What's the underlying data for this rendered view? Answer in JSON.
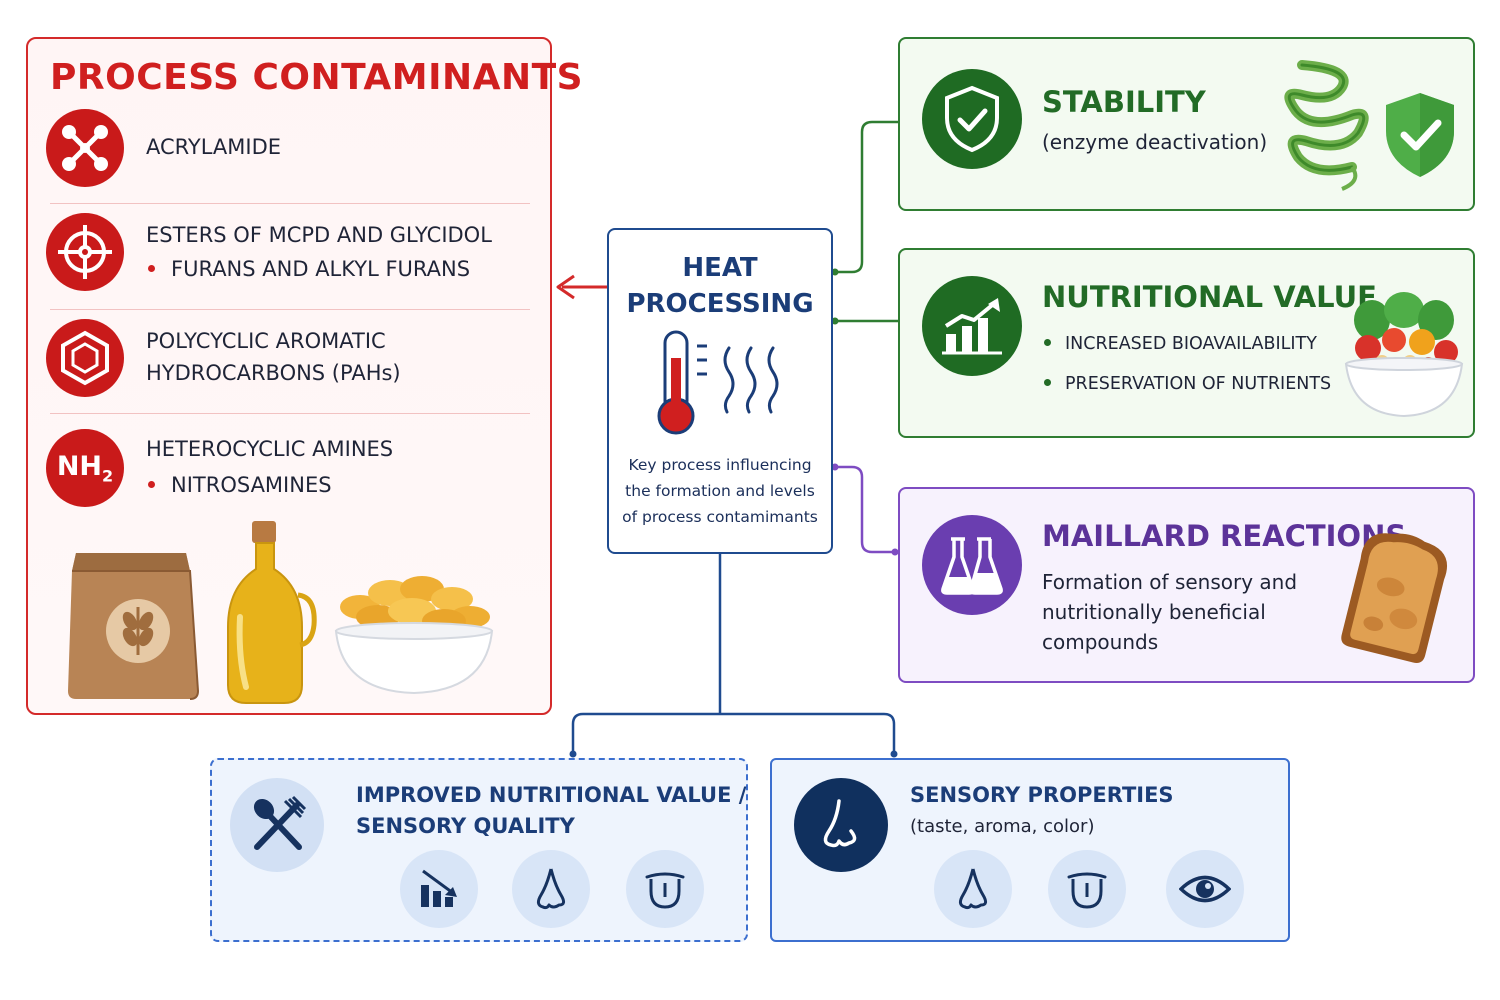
{
  "colors": {
    "red": "#c91a1a",
    "green": "#226b26",
    "purple": "#7e4cc2",
    "blue": "#1b3d78",
    "light_blue": "#3c6fcf"
  },
  "contaminants": {
    "title": "PROCESS CONTAMINANTS",
    "items": [
      {
        "icon": "molecule-icon",
        "lines": [
          "ACRYLAMIDE"
        ],
        "bullets": []
      },
      {
        "icon": "crosshair-icon",
        "lines": [
          "ESTERS OF MCPD AND GLYCIDOL"
        ],
        "bullets": [
          "FURANS AND ALKYL FURANS"
        ]
      },
      {
        "icon": "hexagon-ring-icon",
        "lines": [
          "POLYCYCLIC AROMATIC",
          "HYDROCARBONS (PAHs)"
        ],
        "bullets": []
      },
      {
        "icon": "nh2-icon",
        "icon_text": "NH",
        "icon_sub": "2",
        "lines": [
          "HETEROCYCLIC AMINES"
        ],
        "bullets": [
          "NITROSAMINES"
        ]
      }
    ],
    "images": [
      "grain-bag-icon",
      "oil-bottle-icon",
      "chips-bowl-icon"
    ]
  },
  "heat": {
    "title_line1": "HEAT",
    "title_line2": "PROCESSING",
    "icon": "thermometer-heat-icon",
    "desc_line1": "Key process influencing",
    "desc_line2": "the formation and levels",
    "desc_line3": "of process contamimants"
  },
  "stability": {
    "title": "STABILITY",
    "subtitle": "(enzyme deactivation)",
    "icons": [
      "shield-check-icon",
      "protein-ribbon-icon",
      "green-shield-icon"
    ]
  },
  "nutrition": {
    "title": "NUTRITIONAL VALUE",
    "bullets": [
      "INCREASED BIOAVAILABILITY",
      "PRESERVATION OF NUTRIENTS"
    ],
    "icons": [
      "growth-chart-icon",
      "vegetable-bowl-icon"
    ]
  },
  "maillard": {
    "title": "MAILLARD REACTIONS",
    "lines": [
      "Formation of sensory and",
      "nutritionally beneficial",
      "compounds"
    ],
    "icons": [
      "flasks-icon",
      "toast-icon"
    ]
  },
  "improved": {
    "title_line1": "IMPROVED NUTRITIONAL VALUE /",
    "title_line2": "SENSORY QUALITY",
    "icons": [
      "cutlery-icon",
      "bar-chart-icon",
      "nose-icon",
      "tongue-icon"
    ]
  },
  "sensory": {
    "title": "SENSORY PROPERTIES",
    "subtitle": "(taste, aroma, color)",
    "icons": [
      "nose-icon",
      "tongue-icon",
      "eye-icon"
    ]
  }
}
